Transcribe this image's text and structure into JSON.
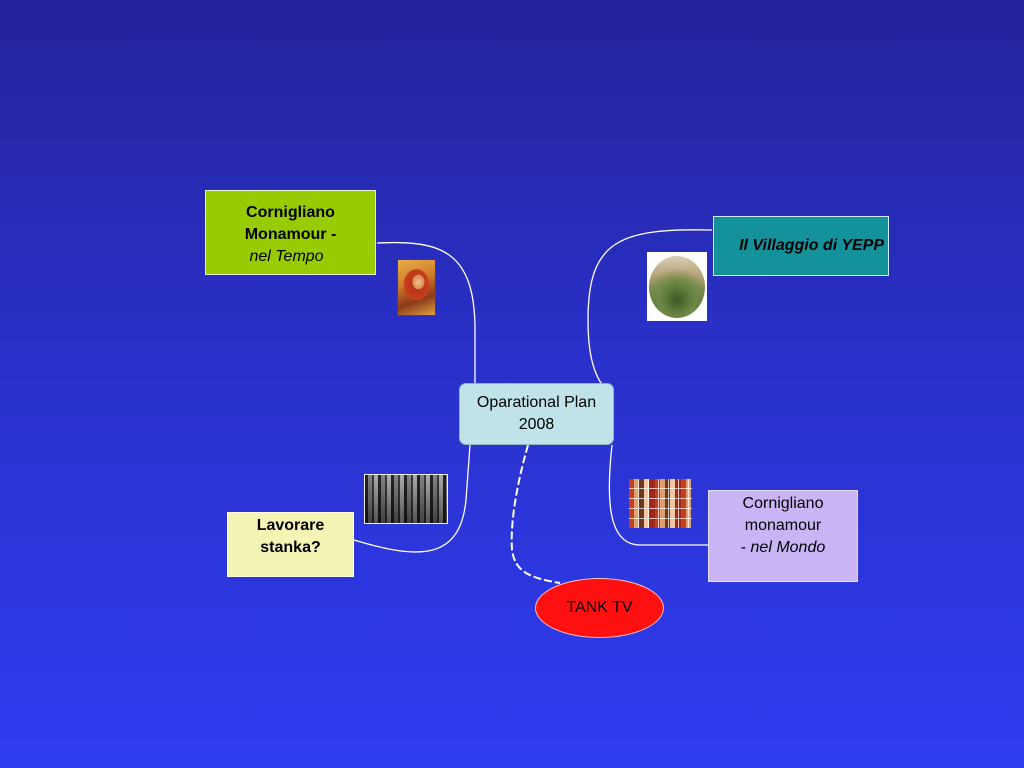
{
  "nodes": {
    "tempo": {
      "line1": "Cornigliano",
      "line2": "Monamour -",
      "line3": "nel Tempo",
      "color": "#99cc00"
    },
    "yepp": {
      "label": "Il Villaggio di YEPP",
      "color": "#14929b"
    },
    "center": {
      "line1": "Oparational Plan",
      "line2": "2008",
      "color": "#bfe3e8"
    },
    "lavorare": {
      "line1": "Lavorare",
      "line2": "stanka?",
      "color": "#f4f5b4"
    },
    "mondo": {
      "line1": "Cornigliano",
      "line2": "monamour",
      "line3_prefix": "- ",
      "line3_italic": "nel Mondo",
      "color": "#c9b4f5"
    },
    "tank": {
      "label": "TANK TV",
      "color": "#ff1010"
    }
  },
  "images": {
    "portrait": "portrait-painting-image",
    "village": "village-photo-image",
    "workers": "workers-photo-image",
    "faces": "faces-collage-image"
  }
}
